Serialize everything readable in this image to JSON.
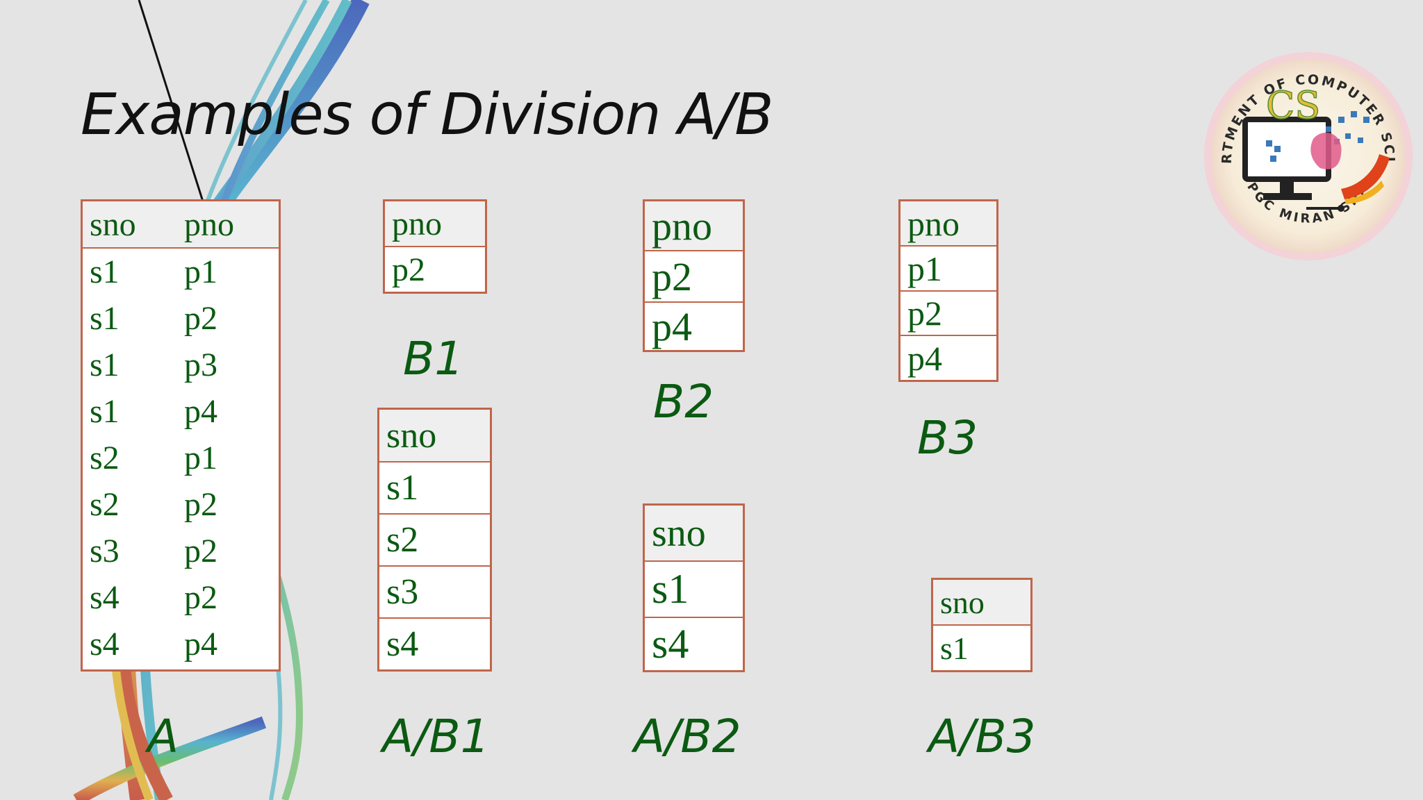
{
  "slide": {
    "title": "Examples of Division A/B",
    "colors": {
      "background": "#e4e4e4",
      "text_green": "#0b5a12",
      "table_border": "#c0654a"
    }
  },
  "tables": {
    "A": {
      "header": [
        "sno",
        "pno"
      ],
      "rows": [
        [
          "s1",
          "p1"
        ],
        [
          "s1",
          "p2"
        ],
        [
          "s1",
          "p3"
        ],
        [
          "s1",
          "p4"
        ],
        [
          "s2",
          "p1"
        ],
        [
          "s2",
          "p2"
        ],
        [
          "s3",
          "p2"
        ],
        [
          "s4",
          "p2"
        ],
        [
          "s4",
          "p4"
        ]
      ],
      "caption": "A"
    },
    "B1": {
      "header": "pno",
      "rows": [
        "p2"
      ],
      "caption": "B1"
    },
    "AB1": {
      "header": "sno",
      "rows": [
        "s1",
        "s2",
        "s3",
        "s4"
      ],
      "caption": "A/B1"
    },
    "B2": {
      "header": "pno",
      "rows": [
        "p2",
        "p4"
      ],
      "caption": "B2"
    },
    "AB2": {
      "header": "sno",
      "rows": [
        "s1",
        "s4"
      ],
      "caption": "A/B2"
    },
    "B3": {
      "header": "pno",
      "rows": [
        "p1",
        "p2",
        "p4"
      ],
      "caption": "B3"
    },
    "AB3": {
      "header": "sno",
      "rows": [
        "s1"
      ],
      "caption": "A/B3"
    }
  },
  "logo": {
    "ring_text_top": "DEPARTMENT OF COMPUTER SCIENCE",
    "ring_text_bottom": "GPGC MIRAN SHAH",
    "monogram": "CS"
  }
}
